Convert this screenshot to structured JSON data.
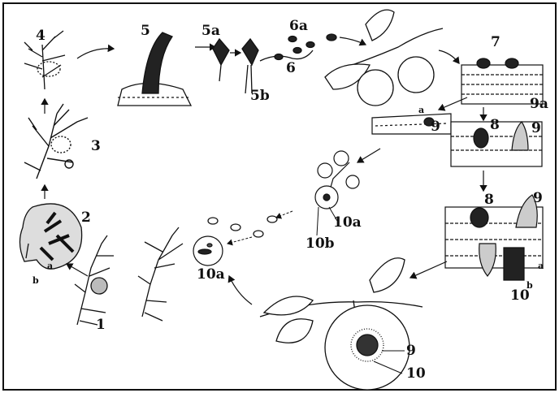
{
  "labels": {
    "l1": "1",
    "l2": "2",
    "l2a": "a",
    "l2b": "b",
    "l3": "3",
    "l4": "4",
    "l5": "5",
    "l5a": "5a",
    "l5b": "5b",
    "l6": "6",
    "l6a": "6a",
    "l7": "7",
    "l8": "8",
    "l8b": "8",
    "l9": "9",
    "l9a": "9a",
    "l9b": "9",
    "l9c": "9",
    "l9d": "9",
    "la": "a",
    "la2": "a",
    "lb2": "b",
    "l10": "10",
    "l10a": "10a",
    "l10b": "10b",
    "l10c": "10a",
    "l10d": "10"
  },
  "colors": {
    "ink": "#111111",
    "paper": "#ffffff",
    "shade": "#555555"
  }
}
